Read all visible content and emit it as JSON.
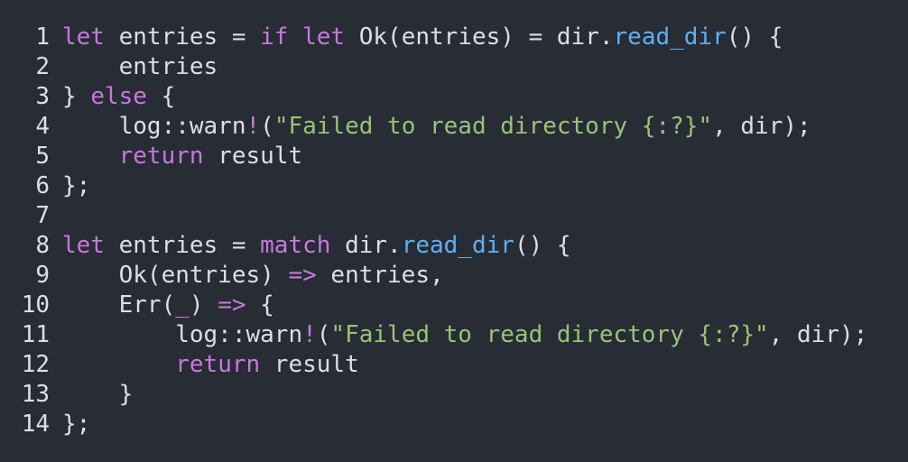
{
  "colors": {
    "background": "#282c34",
    "plain": "#dcdfe4",
    "keyword": "#c678dd",
    "function": "#61afef",
    "string": "#98c379"
  },
  "lines": [
    {
      "number": "1",
      "tokens": [
        {
          "t": "let",
          "c": "keyword"
        },
        {
          "t": " entries = ",
          "c": "plain"
        },
        {
          "t": "if",
          "c": "keyword"
        },
        {
          "t": " ",
          "c": "plain"
        },
        {
          "t": "let",
          "c": "keyword"
        },
        {
          "t": " Ok(entries) = dir.",
          "c": "plain"
        },
        {
          "t": "read_dir",
          "c": "function"
        },
        {
          "t": "() {",
          "c": "plain"
        }
      ]
    },
    {
      "number": "2",
      "tokens": [
        {
          "t": "    entries",
          "c": "plain"
        }
      ]
    },
    {
      "number": "3",
      "tokens": [
        {
          "t": "} ",
          "c": "plain"
        },
        {
          "t": "else",
          "c": "keyword"
        },
        {
          "t": " {",
          "c": "plain"
        }
      ]
    },
    {
      "number": "4",
      "tokens": [
        {
          "t": "    log::warn",
          "c": "plain"
        },
        {
          "t": "!",
          "c": "keyword"
        },
        {
          "t": "(",
          "c": "plain"
        },
        {
          "t": "\"Failed to read directory {:?}\"",
          "c": "string"
        },
        {
          "t": ", dir);",
          "c": "plain"
        }
      ]
    },
    {
      "number": "5",
      "tokens": [
        {
          "t": "    ",
          "c": "plain"
        },
        {
          "t": "return",
          "c": "keyword"
        },
        {
          "t": " result",
          "c": "plain"
        }
      ]
    },
    {
      "number": "6",
      "tokens": [
        {
          "t": "};",
          "c": "plain"
        }
      ]
    },
    {
      "number": "7",
      "tokens": []
    },
    {
      "number": "8",
      "tokens": [
        {
          "t": "let",
          "c": "keyword"
        },
        {
          "t": " entries = ",
          "c": "plain"
        },
        {
          "t": "match",
          "c": "keyword"
        },
        {
          "t": " dir.",
          "c": "plain"
        },
        {
          "t": "read_dir",
          "c": "function"
        },
        {
          "t": "() {",
          "c": "plain"
        }
      ]
    },
    {
      "number": "9",
      "tokens": [
        {
          "t": "    Ok(entries) ",
          "c": "plain"
        },
        {
          "t": "=>",
          "c": "keyword"
        },
        {
          "t": " entries,",
          "c": "plain"
        }
      ]
    },
    {
      "number": "10",
      "tokens": [
        {
          "t": "    Err(",
          "c": "plain"
        },
        {
          "t": "_",
          "c": "keyword"
        },
        {
          "t": ") ",
          "c": "plain"
        },
        {
          "t": "=>",
          "c": "keyword"
        },
        {
          "t": " {",
          "c": "plain"
        }
      ]
    },
    {
      "number": "11",
      "tokens": [
        {
          "t": "        log::warn",
          "c": "plain"
        },
        {
          "t": "!",
          "c": "keyword"
        },
        {
          "t": "(",
          "c": "plain"
        },
        {
          "t": "\"Failed to read directory {:?}\"",
          "c": "string"
        },
        {
          "t": ", dir);",
          "c": "plain"
        }
      ]
    },
    {
      "number": "12",
      "tokens": [
        {
          "t": "        ",
          "c": "plain"
        },
        {
          "t": "return",
          "c": "keyword"
        },
        {
          "t": " result",
          "c": "plain"
        }
      ]
    },
    {
      "number": "13",
      "tokens": [
        {
          "t": "    }",
          "c": "plain"
        }
      ]
    },
    {
      "number": "14",
      "tokens": [
        {
          "t": "};",
          "c": "plain"
        }
      ]
    }
  ]
}
